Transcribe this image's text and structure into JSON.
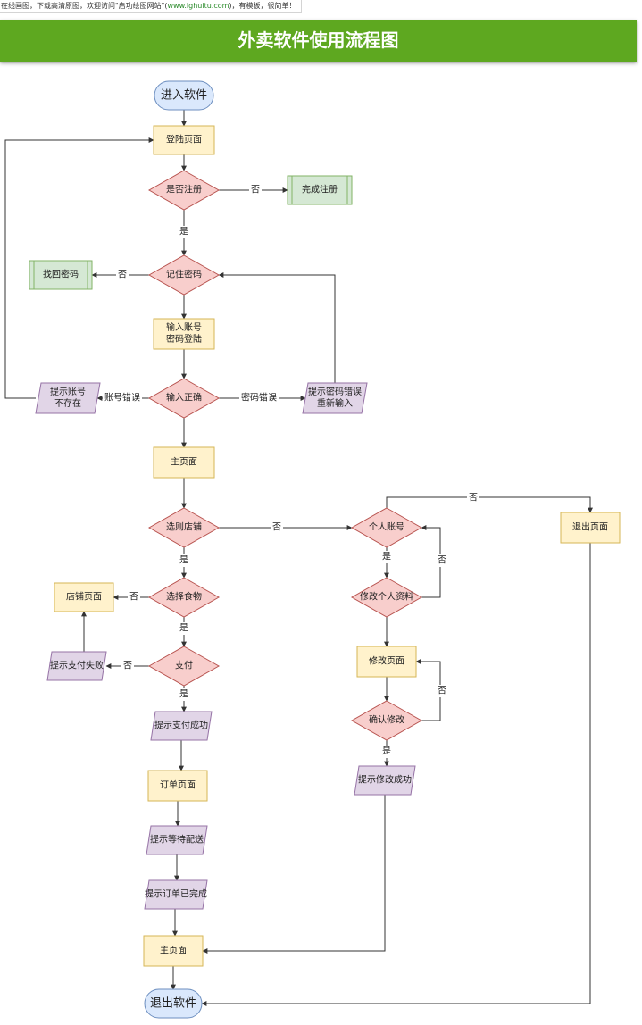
{
  "note": {
    "before": "在线画图，下载高清原图，欢迎访问\"启功绘图网站\"(",
    "url": "www.lghuitu.com",
    "after": ")，有模板，很简单！"
  },
  "title": "外卖软件使用流程图",
  "colors": {
    "banner": "#5ea820",
    "terminal_fill": "#dae8fc",
    "terminal_stroke": "#6c8ebf",
    "process_fill": "#fff2cc",
    "process_stroke": "#d6b656",
    "decision_fill": "#f8cecc",
    "decision_stroke": "#b85450",
    "subprocess_fill": "#d5e8d4",
    "subprocess_stroke": "#82b366",
    "io_fill": "#e1d5e7",
    "io_stroke": "#9673a6",
    "edge": "#333333"
  },
  "nodes": {
    "start": "进入软件",
    "login": "登陆页面",
    "registered": "是否注册",
    "finish_register": "完成注册",
    "remember_pwd": "记住密码",
    "recover_pwd": "找回密码",
    "enter_account": [
      "输入账号",
      "密码登陆"
    ],
    "input_correct": "输入正确",
    "account_missing": [
      "提示账号",
      "不存在"
    ],
    "pwd_error_tip": [
      "提示密码错误",
      "重新输入"
    ],
    "home_1": "主页面",
    "choose_store": "选则店铺",
    "personal_account": "个人账号",
    "exit_page": "退出页面",
    "choose_food": "选择食物",
    "store_page": "店铺页面",
    "edit_profile": "修改个人资料",
    "pay": "支付",
    "pay_fail_tip": "提示支付失败",
    "edit_page": "修改页面",
    "confirm_edit": "确认修改",
    "pay_success_tip": "提示支付成功",
    "edit_success_tip": "提示修改成功",
    "order_page": "订单页面",
    "wait_delivery_tip": "提示等待配送",
    "order_done_tip": "提示订单已完成",
    "home_2": "主页面",
    "exit": "退出软件"
  },
  "edge_labels": {
    "no_register": "否",
    "yes_register": "是",
    "no_remember": "否",
    "account_error": "账号错误",
    "pwd_error": "密码错误",
    "no_store": "否",
    "yes_store": "是",
    "to_exit": "否",
    "profile_no": "否",
    "profile_yes": "是",
    "food_no": "否",
    "food_yes": "是",
    "pay_no": "否",
    "pay_yes": "是",
    "confirm_no": "否",
    "confirm_yes": "是"
  }
}
